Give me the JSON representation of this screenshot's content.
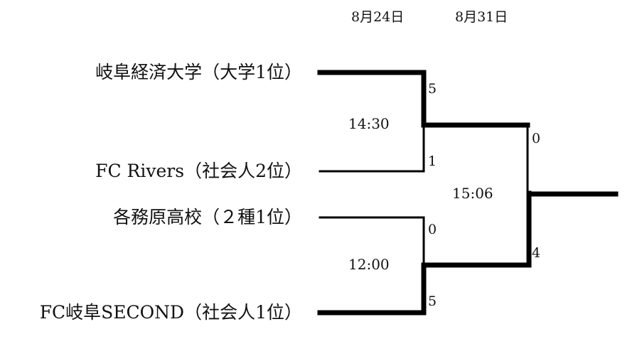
{
  "dates": [
    "8月24日",
    "8月31日"
  ],
  "teams": [
    "岐阜経済大学（大学1位）",
    "FC Rivers（社会人2位）",
    "各務原高校（２種1位）",
    "FC岐阜SECOND（社会人1位）"
  ],
  "matches": [
    {
      "time": "14:30",
      "scores": [
        "5",
        "1"
      ]
    },
    {
      "time": "12:00",
      "scores": [
        "0",
        "5"
      ]
    },
    {
      "time": "15:06",
      "scores": [
        "0",
        "4"
      ]
    }
  ]
}
